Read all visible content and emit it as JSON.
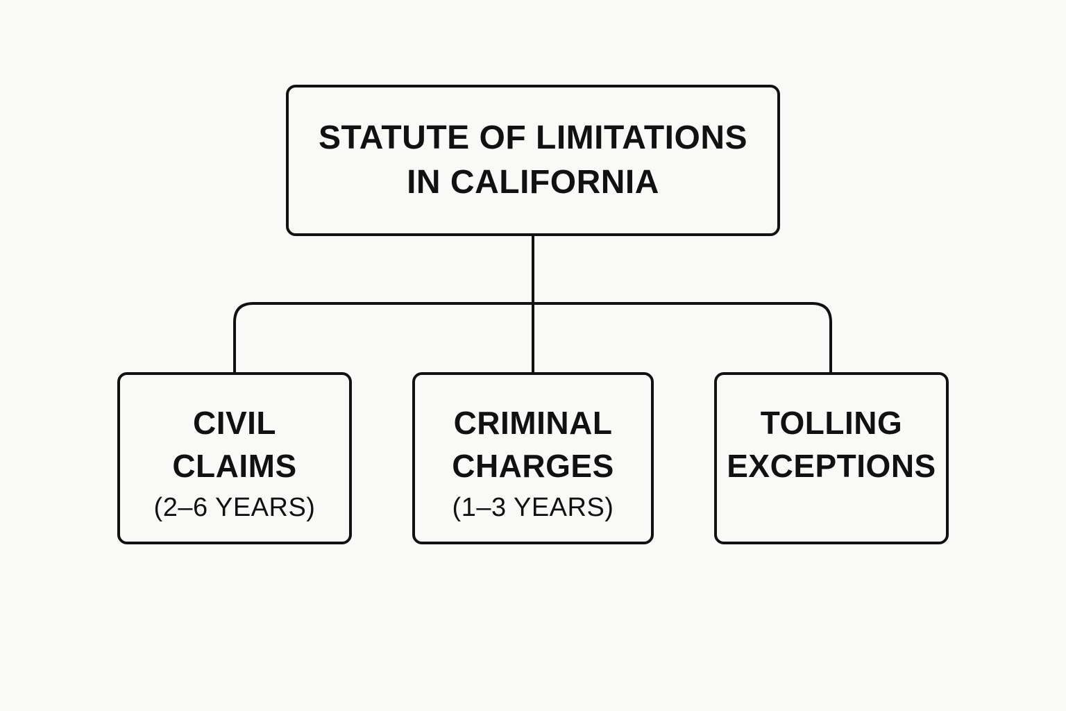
{
  "root": {
    "title_line_1": "STATUTE OF LIMITATIONS",
    "title_line_2": "IN CALIFORNIA"
  },
  "children": [
    {
      "line_1": "CIVIL",
      "line_2": "CLAIMS",
      "detail": "(2–6 YEARS)"
    },
    {
      "line_1": "CRIMINAL",
      "line_2": "CHARGES",
      "detail": "(1–3 YEARS)"
    },
    {
      "line_1": "TOLLING",
      "line_2": "EXCEPTIONS"
    }
  ],
  "colors": {
    "background": "#f9f9f7",
    "stroke": "#111111"
  }
}
